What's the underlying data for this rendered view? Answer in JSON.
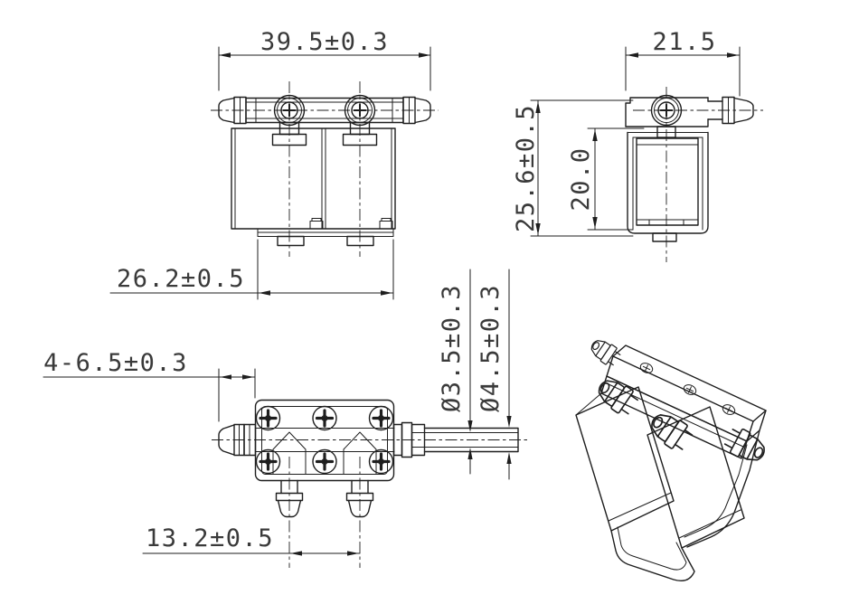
{
  "drawing": {
    "background": "#ffffff",
    "line_color": "#1e1e1e",
    "type": "engineering-drawing",
    "component": "dual solenoid valve manifold"
  },
  "views": {
    "front": {
      "width": "39.5±0.3",
      "body_width": "26.2±0.5"
    },
    "side": {
      "width": "21.5",
      "overall_height": "25.6±0.5",
      "coil_height": "20.0"
    },
    "bottom": {
      "barb_length": "4-6.5±0.3",
      "barb_spacing": "13.2±0.5",
      "bore_diameter": "Ø3.5±0.3",
      "outlet_diameter": "Ø4.5±0.3"
    }
  }
}
